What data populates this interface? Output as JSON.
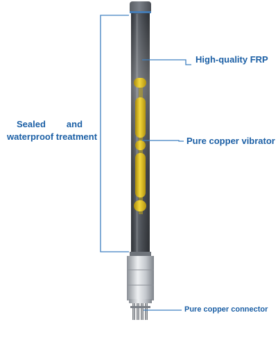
{
  "labels": {
    "frp": "High-quality FRP",
    "vibrator": "Pure copper vibrator",
    "connector": "Pure copper connector",
    "sealed_word1": "Sealed",
    "sealed_word2": "and",
    "sealed_line2": "waterproof treatment"
  },
  "colors": {
    "label_text": "#1b5fa5",
    "leader_line": "#3f7fc0",
    "radome_dark": "#3d4045",
    "radome_light": "#9aa0a8",
    "copper_element": "#e6c617",
    "metal_base": "#c9cdd2"
  }
}
